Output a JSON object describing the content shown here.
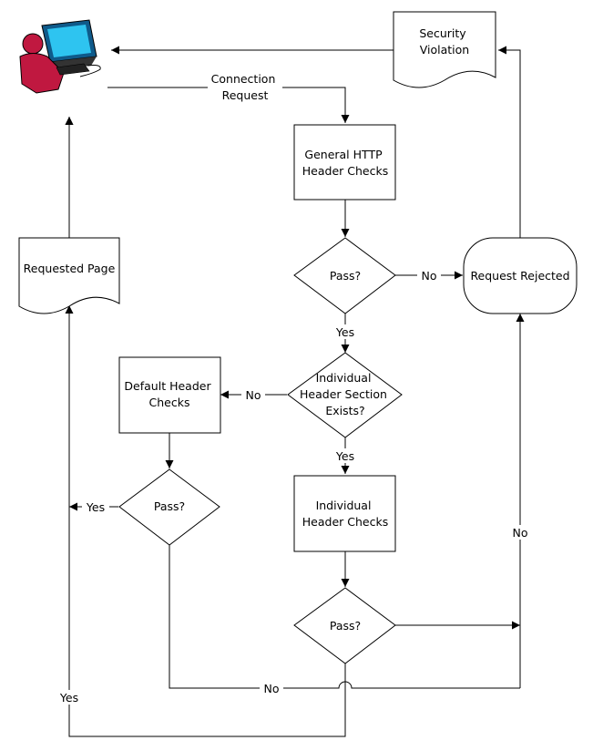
{
  "nodes": {
    "connection_request": [
      "Connection",
      "Request"
    ],
    "security_violation": [
      "Security",
      "Violation"
    ],
    "general_checks": [
      "General HTTP",
      "Header Checks"
    ],
    "pass_1": "Pass?",
    "request_rejected": "Request Rejected",
    "requested_page": "Requested Page",
    "section_exists": [
      "Individual",
      "Header Section",
      "Exists?"
    ],
    "default_checks": [
      "Default Header",
      "Checks"
    ],
    "pass_2": "Pass?",
    "individual_checks": [
      "Individual",
      "Header Checks"
    ],
    "pass_3": "Pass?"
  },
  "edges": {
    "no_pass1": "No",
    "yes_pass1": "Yes",
    "no_exists": "No",
    "yes_exists": "Yes",
    "yes_pass2": "Yes",
    "no_right": "No",
    "no_bottom": "No",
    "yes_left": "Yes"
  },
  "icons": {
    "user": "user-computer-icon"
  }
}
